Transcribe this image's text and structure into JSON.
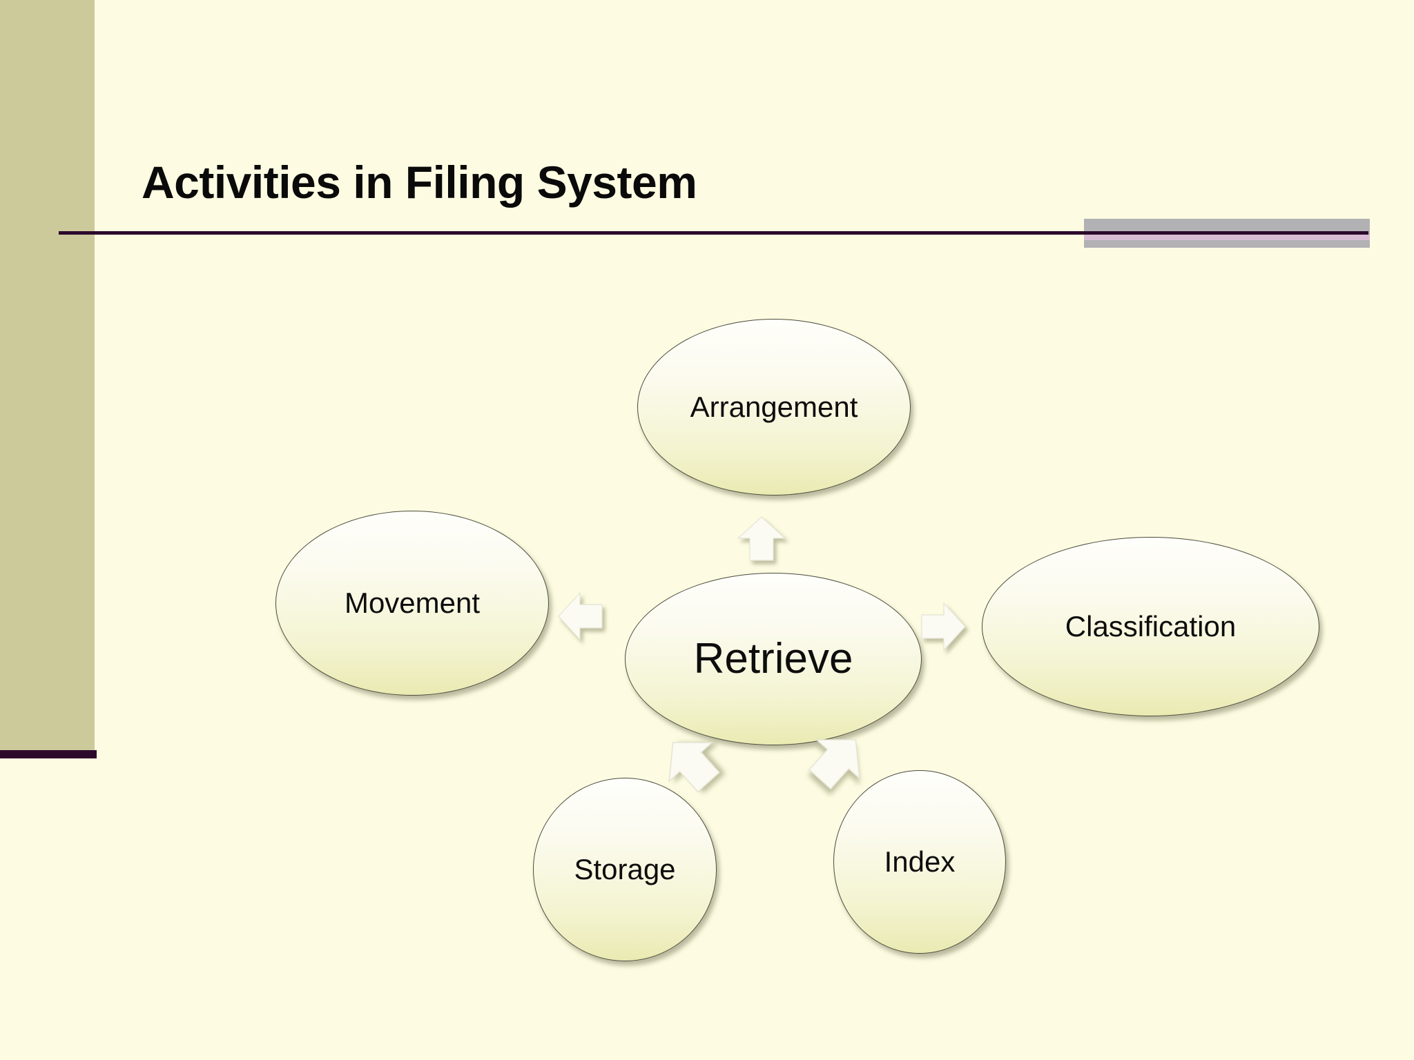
{
  "slide": {
    "title": "Activities in Filing System",
    "background_color": "#fdfce2",
    "sidebar_color": "#ccca9b",
    "rule_color": "#2c0a2c",
    "accent_block_color": "#b2b1b4",
    "accent_pink_color": "#d9bcd4"
  },
  "diagram": {
    "type": "radial-cycle",
    "center": {
      "label": "Retrieve",
      "shape": "ellipse"
    },
    "nodes": [
      {
        "label": "Arrangement",
        "shape": "ellipse",
        "position": "top"
      },
      {
        "label": "Movement",
        "shape": "ellipse",
        "position": "left"
      },
      {
        "label": "Classification",
        "shape": "ellipse",
        "position": "right"
      },
      {
        "label": "Storage",
        "shape": "circle",
        "position": "bottom-left"
      },
      {
        "label": "Index",
        "shape": "circle",
        "position": "bottom-right"
      }
    ],
    "arrows": [
      {
        "name": "arrow-up",
        "direction": "up",
        "from": "Retrieve",
        "to": "Arrangement"
      },
      {
        "name": "arrow-left",
        "direction": "left",
        "from": "Retrieve",
        "to": "Movement"
      },
      {
        "name": "arrow-right",
        "direction": "right",
        "from": "Retrieve",
        "to": "Classification"
      },
      {
        "name": "arrow-down-left",
        "direction": "up-left",
        "from": "Storage",
        "to": "Retrieve"
      },
      {
        "name": "arrow-down-right",
        "direction": "up-right",
        "from": "Index",
        "to": "Retrieve"
      }
    ]
  }
}
